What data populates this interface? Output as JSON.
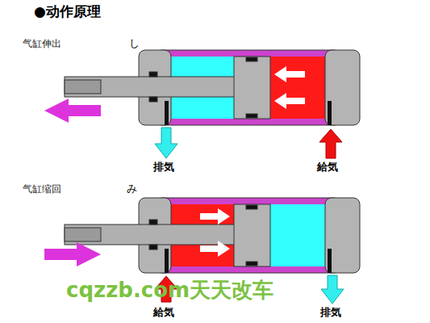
{
  "diagram": {
    "title": "●动作原理",
    "labels": [
      "气缸伸出",
      "し",
      "排気",
      "給気",
      "气缸缩回",
      "み",
      "給気",
      "排気",
      "cqzzb.com天天改车"
    ]
  }
}
